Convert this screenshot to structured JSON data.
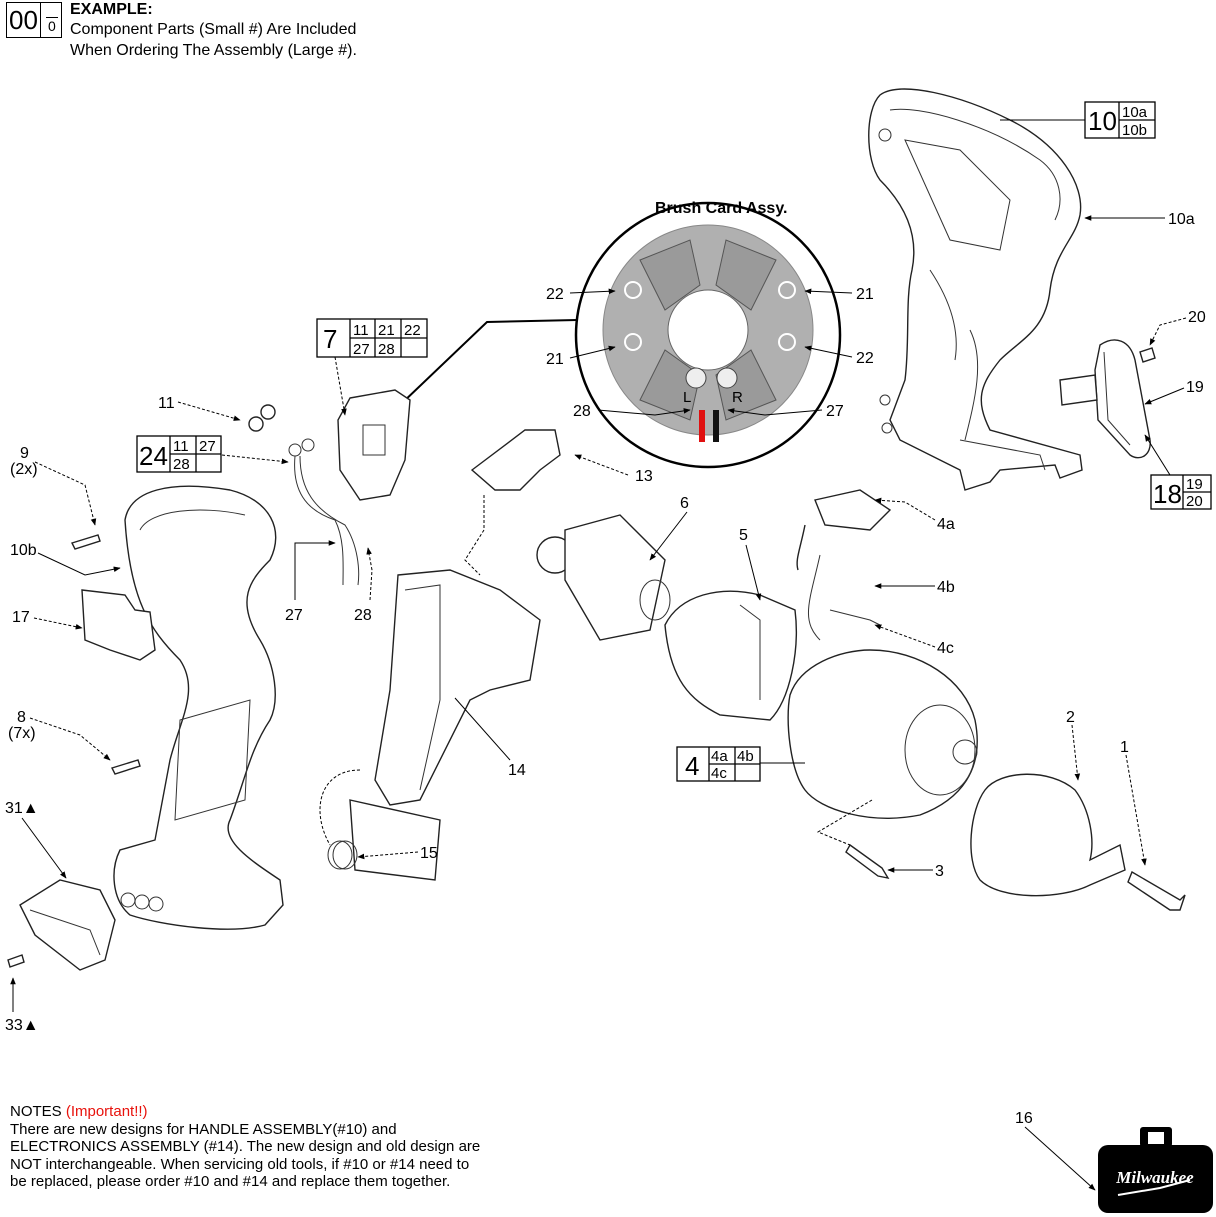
{
  "example": {
    "big_number": "00",
    "small_number": "0",
    "title": "EXAMPLE:",
    "line1": "Component Parts (Small #) Are Included",
    "line2": "When Ordering The Assembly (Large #)."
  },
  "brush_card": {
    "title": "Brush Card Assy.",
    "callouts": [
      "22",
      "21",
      "21",
      "22",
      "28",
      "27"
    ],
    "terminal_left": "L",
    "terminal_right": "R",
    "wire_colors": {
      "left": "#e01010",
      "right": "#111111"
    }
  },
  "kits": [
    {
      "id": "kit-10",
      "assembly": "10",
      "components": [
        "10a",
        "10b"
      ]
    },
    {
      "id": "kit-7",
      "assembly": "7",
      "components": [
        "11",
        "21",
        "22",
        "27",
        "28",
        ""
      ]
    },
    {
      "id": "kit-24",
      "assembly": "24",
      "components": [
        "11",
        "27",
        "28",
        ""
      ]
    },
    {
      "id": "kit-18",
      "assembly": "18",
      "components": [
        "19",
        "20"
      ]
    },
    {
      "id": "kit-4",
      "assembly": "4",
      "components": [
        "4a",
        "4b",
        "4c",
        ""
      ]
    }
  ],
  "callouts": {
    "c1": "1",
    "c2": "2",
    "c3": "3",
    "c4a": "4a",
    "c4b": "4b",
    "c4c": "4c",
    "c5": "5",
    "c6": "6",
    "c8": "8",
    "c8q": "(7x)",
    "c9": "9",
    "c9q": "(2x)",
    "c10a": "10a",
    "c10b": "10b",
    "c11": "11",
    "c13": "13",
    "c14": "14",
    "c15": "15",
    "c16": "16",
    "c17": "17",
    "c19": "19",
    "c20": "20",
    "c27": "27",
    "c28": "28",
    "c31": "31▲",
    "c33": "33▲"
  },
  "case": {
    "brand": "Milwaukee"
  },
  "notes": {
    "heading": "NOTES ",
    "important": "(Important!!)",
    "line1": "There are new designs for HANDLE ASSEMBLY(#10) and",
    "line2": "ELECTRONICS ASSEMBLY (#14). The new design and old design are",
    "line3": "NOT interchangeable. When servicing old tools, if #10 or #14 need to",
    "line4": "be replaced, please order #10 and #14 and replace them together."
  },
  "colors": {
    "important": "#e8120c",
    "brush_card_fill": "#b0b0b0"
  }
}
